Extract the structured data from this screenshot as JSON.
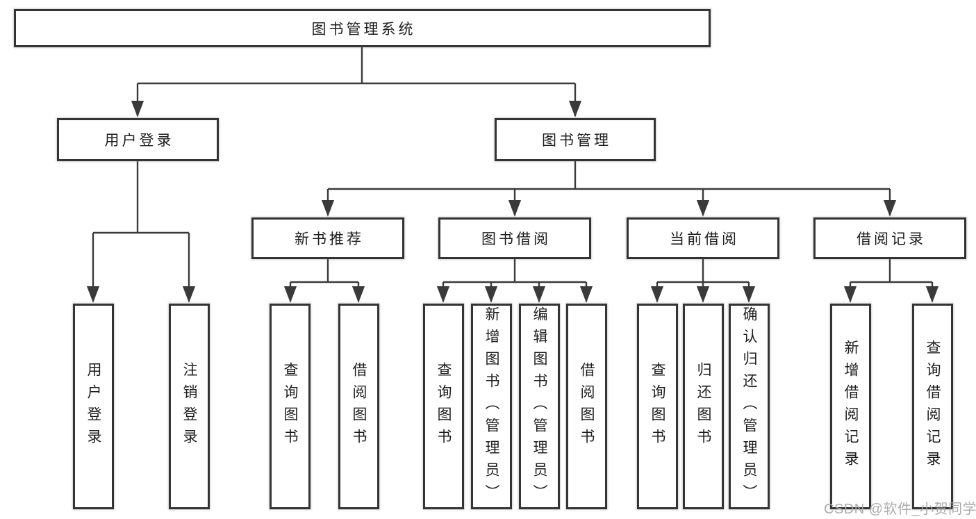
{
  "diagram_title": "图书管理系统",
  "tree": {
    "root": {
      "label": "图书管理系统",
      "children": [
        {
          "label": "用户登录",
          "children": [
            {
              "label": "用户登录"
            },
            {
              "label": "注销登录"
            }
          ]
        },
        {
          "label": "图书管理",
          "children": [
            {
              "label": "新书推荐",
              "children": [
                {
                  "label": "查询图书"
                },
                {
                  "label": "借阅图书"
                }
              ]
            },
            {
              "label": "图书借阅",
              "children": [
                {
                  "label": "查询图书"
                },
                {
                  "label": "新增图书（管理员）"
                },
                {
                  "label": "编辑图书（管理员）"
                },
                {
                  "label": "借阅图书"
                }
              ]
            },
            {
              "label": "当前借阅",
              "children": [
                {
                  "label": "查询图书"
                },
                {
                  "label": "归还图书"
                },
                {
                  "label": "确认归还（管理员）"
                }
              ]
            },
            {
              "label": "借阅记录",
              "children": [
                {
                  "label": "新增借阅记录"
                },
                {
                  "label": "查询借阅记录"
                }
              ]
            }
          ]
        }
      ]
    }
  },
  "watermark": {
    "text": "CSDN @软件_小贺同学"
  },
  "colors": {
    "background": "#ffffff",
    "box_fill": "#ffffff",
    "box_border": "#343434",
    "line": "#3a3a3a",
    "text": "#1d1d1d",
    "watermark": "#a8a8a8"
  }
}
